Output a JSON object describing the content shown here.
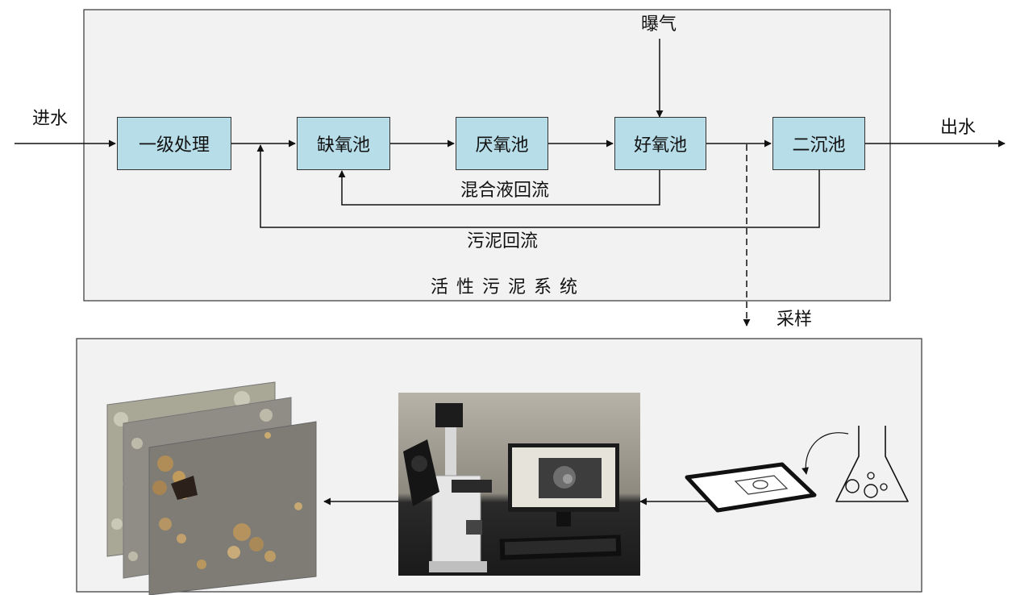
{
  "colors": {
    "panel_fill": "#f2f2f2",
    "box_fill": "#b7dde8",
    "line": "#111111"
  },
  "inputs": {
    "influent": "进水",
    "effluent": "出水",
    "aeration": "曝气"
  },
  "units": {
    "primary": "一级处理",
    "anoxic": "缺氧池",
    "anaerobic": "厌氧池",
    "aerobic": "好氧池",
    "secondary": "二沉池"
  },
  "flows": {
    "mixed_liquor_return": "混合液回流",
    "sludge_return": "污泥回流"
  },
  "system_label": "活性污泥系统",
  "sampling_label": "采样",
  "bottom_panel": {
    "images": [
      "microscope-micrographs",
      "inverted-microscope-workstation",
      "microscope-slide",
      "sample-flask"
    ]
  }
}
